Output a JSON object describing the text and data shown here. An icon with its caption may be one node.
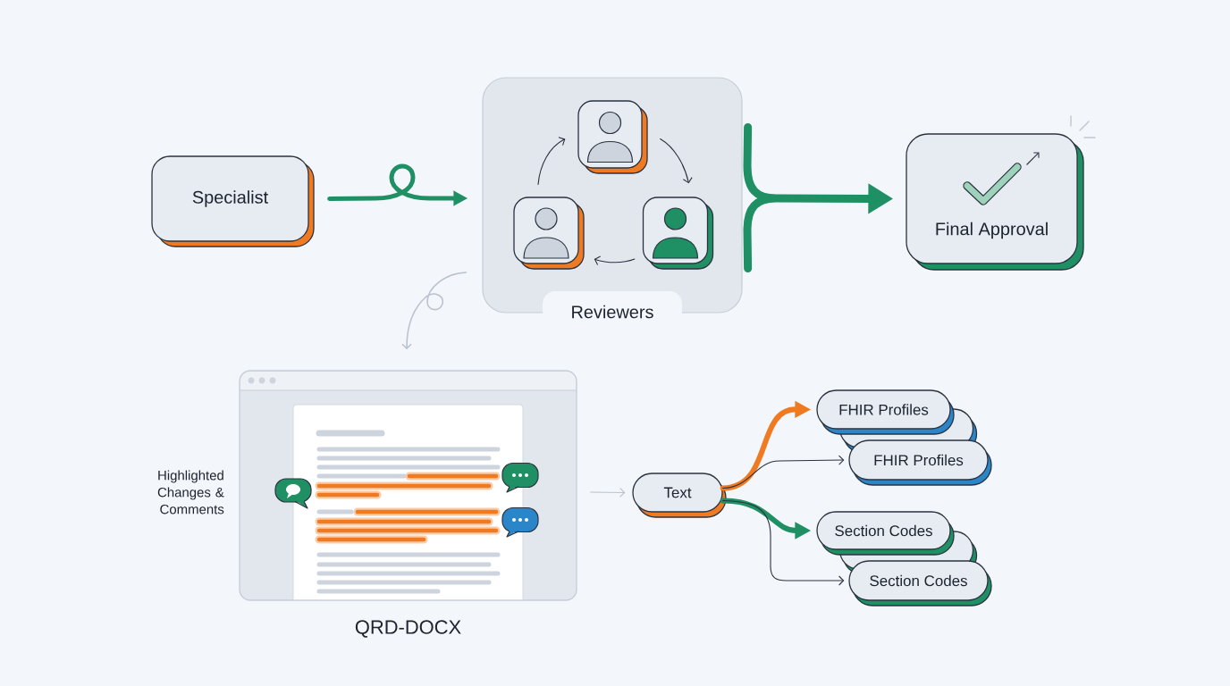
{
  "diagram": {
    "nodes": [
      {
        "text": [
          "Specialist"
        ]
      },
      {
        "text": [
          "Reviewers"
        ]
      },
      {
        "text": [],
        "shape": "person",
        "in": 1
      },
      {
        "text": [],
        "shape": "person",
        "in": 1
      },
      {
        "text": [],
        "shape": "person",
        "in": 1
      },
      {
        "text": [
          "Final Approval"
        ]
      },
      {
        "text": [
          "QRD-DOCX"
        ],
        "beside": [
          "Highlighted Changes & Comments"
        ]
      },
      {
        "text": [
          "Text"
        ]
      },
      {
        "text": [
          "FHIR Profiles"
        ]
      },
      {
        "text": [
          "FHIR Profiles"
        ]
      },
      {
        "text": [
          "Section Codes"
        ]
      },
      {
        "text": [
          "Section Codes"
        ]
      }
    ],
    "edges": [
      {
        "from": 0,
        "to": 1,
        "arrow": "to",
        "style": "thick",
        "color": "#1f8f64"
      },
      {
        "from": 3,
        "to": 2,
        "arrow": "to"
      },
      {
        "from": 2,
        "to": 4,
        "arrow": "to"
      },
      {
        "from": 4,
        "to": 3,
        "arrow": "to"
      },
      {
        "from": 1,
        "to": 5,
        "arrow": "to",
        "style": "thick",
        "color": "#1f8f64"
      },
      {
        "from": 1,
        "to": 6,
        "arrow": "to",
        "color": "#b9c2ce"
      },
      {
        "from": 6,
        "to": 7,
        "arrow": "to",
        "color": "#b9c2ce"
      },
      {
        "from": 7,
        "to": 8,
        "arrow": "to",
        "style": "thick",
        "color": "#f07a22"
      },
      {
        "from": 7,
        "to": 9,
        "arrow": "to"
      },
      {
        "from": 7,
        "to": 10,
        "arrow": "to",
        "style": "thick",
        "color": "#1f8f64"
      },
      {
        "from": 7,
        "to": 11,
        "arrow": "to"
      }
    ]
  }
}
